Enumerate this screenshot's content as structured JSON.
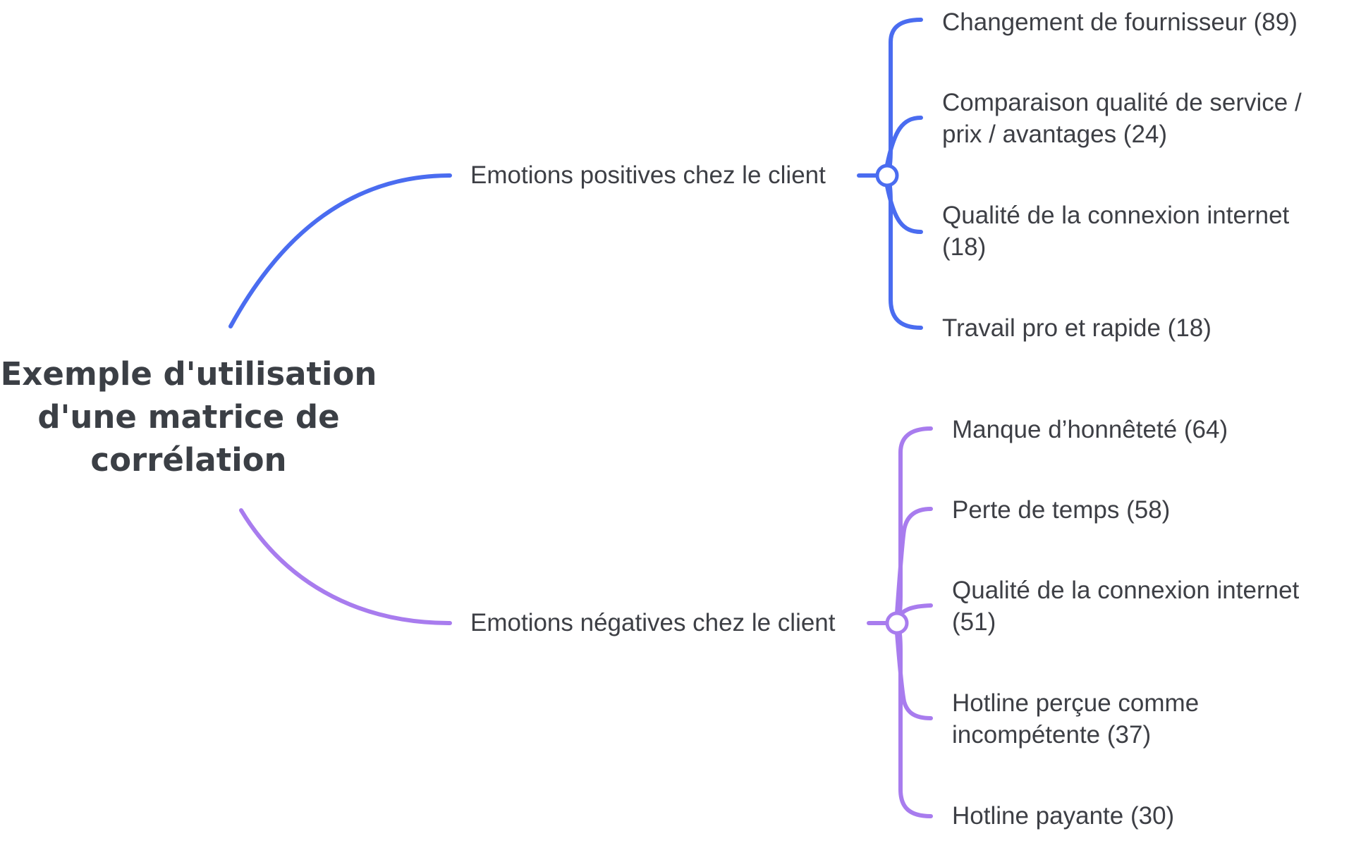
{
  "root": {
    "title": "Exemple d'utilisation d'une matrice de corrélation"
  },
  "branches": [
    {
      "label": "Emotions positives chez le client",
      "color": "#4a6cf0",
      "children": [
        "Changement de fournisseur (89)",
        "Comparaison qualité de service / prix / avantages (24)",
        "Qualité de la connexion internet (18)",
        "Travail pro et rapide (18)"
      ]
    },
    {
      "label": "Emotions négatives chez le client",
      "color": "#a87cee",
      "children": [
        "Manque d’honnêteté (64)",
        "Perte de temps (58)",
        "Qualité de la connexion internet (51)",
        "Hotline perçue comme incompétente (37)",
        "Hotline payante (30)"
      ]
    }
  ]
}
